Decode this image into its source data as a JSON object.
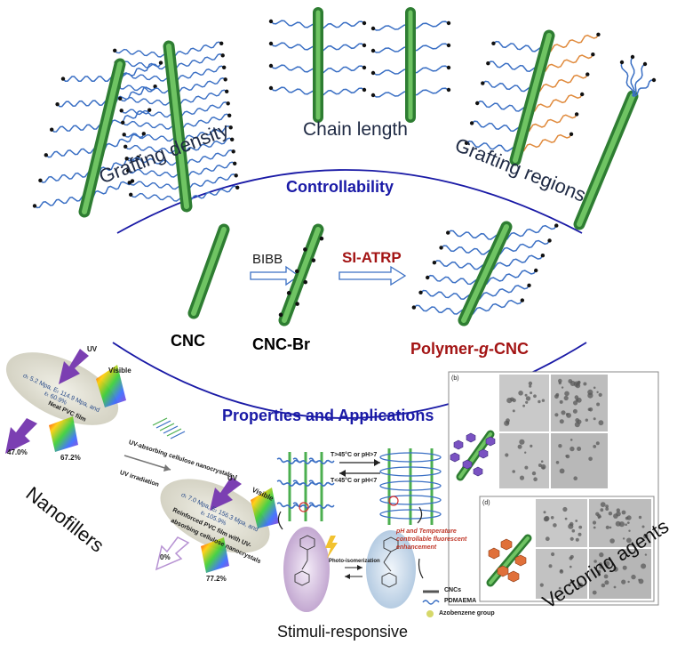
{
  "top": {
    "grafting_density": "Grafting density",
    "chain_length": "Chain length",
    "grafting_regions": "Grafting regions",
    "controllability": "Controllability"
  },
  "middle": {
    "cnc": "CNC",
    "bibb": "BIBB",
    "si_atrp": "SI-ATRP",
    "cnc_br": "CNC-Br",
    "polymer_pre": "Polymer-",
    "polymer_g": "g",
    "polymer_post": "-CNC"
  },
  "bottom": {
    "properties": "Properties and Applications",
    "nanofillers": "Nanofillers",
    "stimuli": "Stimuli-responsive",
    "vectoring": "Vectoring agents"
  },
  "nanofiller_panel": {
    "uv": "UV",
    "visible": "Visible",
    "neat_line1": "σₜ 5.2 Mpa, Eₜ 114.9 Mpa, and",
    "neat_line2": "εₜ 60.9%",
    "neat_line3": "Neat PVC film",
    "pct_47": "47.0%",
    "pct_67": "67.2%",
    "uv_absorbing": "UV-absorbing cellulose nanocrystals",
    "uv_irradiation": "UV irradiation",
    "uv2": "UV",
    "visible2": "Visible",
    "reinf_line1": "σₜ 7.0 Mpa, Eₜ 156.3 Mpa, and",
    "reinf_line2": "εₜ 105.9%",
    "reinf_line3": "Reinforced PVC film with UV-",
    "reinf_line4": "absorbing cellulose nanocrystals",
    "pct_0": "0%",
    "pct_77": "77.2%"
  },
  "stimuli_panel": {
    "cond_up": "T>45°C or pH>7",
    "cond_down": "T<45°C or pH<7",
    "photo": "Photo-isomerization",
    "ph_text1": "pH and Temperature",
    "ph_text2": "controllable fluorescent",
    "ph_text3": "enhancement",
    "legend_cnc": "CNCs",
    "legend_pdmaema": "PDMAEMA",
    "legend_azo": "Azobenzene group"
  },
  "vector_panel": {
    "label_b": "(b)",
    "label_d": "(d)"
  },
  "colors": {
    "rod": "#4caf50",
    "chain_blue": "#3a6fc4",
    "chain_orange": "#e08a3c",
    "arc": "#1a1aa6",
    "title_red": "#a31414"
  }
}
